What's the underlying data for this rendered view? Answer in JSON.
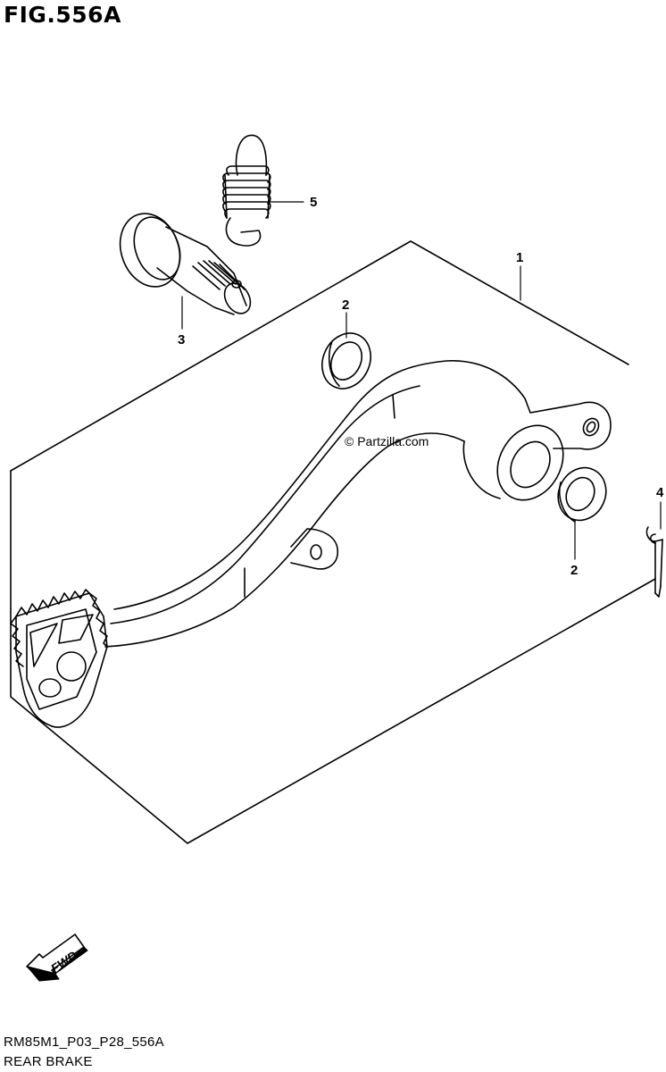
{
  "figure": {
    "title": "FIG.556A"
  },
  "footer": {
    "code": "RM85M1_P03_P28_556A",
    "name": "REAR BRAKE"
  },
  "watermark": {
    "text": "© Partzilla.com"
  },
  "direction_marker": {
    "label": "FWD"
  },
  "callouts": [
    {
      "id": "c1",
      "label": "1",
      "part": "brake-pedal-assembly"
    },
    {
      "id": "c2a",
      "label": "2",
      "part": "seal-upper"
    },
    {
      "id": "c2b",
      "label": "2",
      "part": "seal-lower"
    },
    {
      "id": "c3",
      "label": "3",
      "part": "pivot-bolt"
    },
    {
      "id": "c4",
      "label": "4",
      "part": "cotter-pin"
    },
    {
      "id": "c5",
      "label": "5",
      "part": "return-spring"
    }
  ]
}
